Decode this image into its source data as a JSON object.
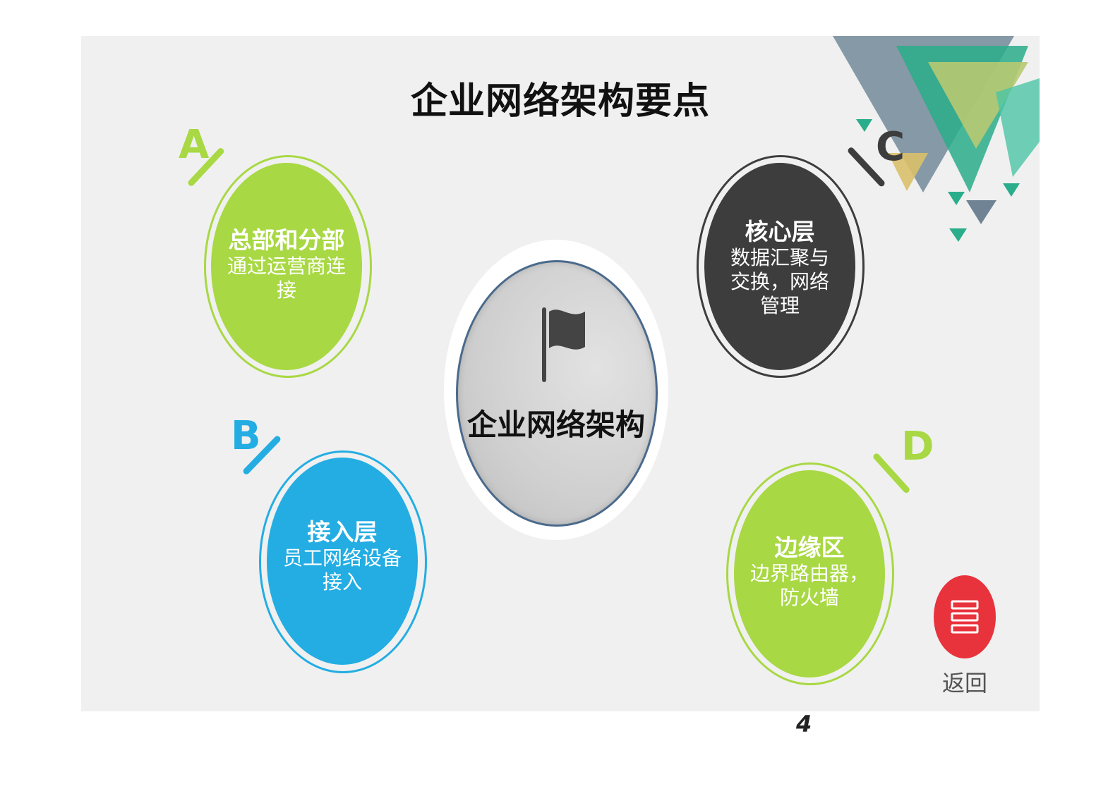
{
  "title": "企业网络架构要点",
  "center": {
    "label": "企业网络架构",
    "icon": "flag-icon"
  },
  "nodes": {
    "a": {
      "letter": "A",
      "title": "总部和分部",
      "desc": "通过运营商连接",
      "color": "#a8d843"
    },
    "b": {
      "letter": "B",
      "title": "接入层",
      "desc": "员工网络设备接入",
      "color": "#23ade3"
    },
    "c": {
      "letter": "C",
      "title": "核心层",
      "desc": "数据汇聚与交换，网络管理",
      "color": "#3d3d3d"
    },
    "d": {
      "letter": "D",
      "title": "边缘区",
      "desc": "边界路由器，防火墙",
      "color": "#a8d843"
    }
  },
  "back_button": {
    "label": "返回",
    "icon": "menu-icon",
    "color": "#e8333c"
  },
  "page_number": "4"
}
